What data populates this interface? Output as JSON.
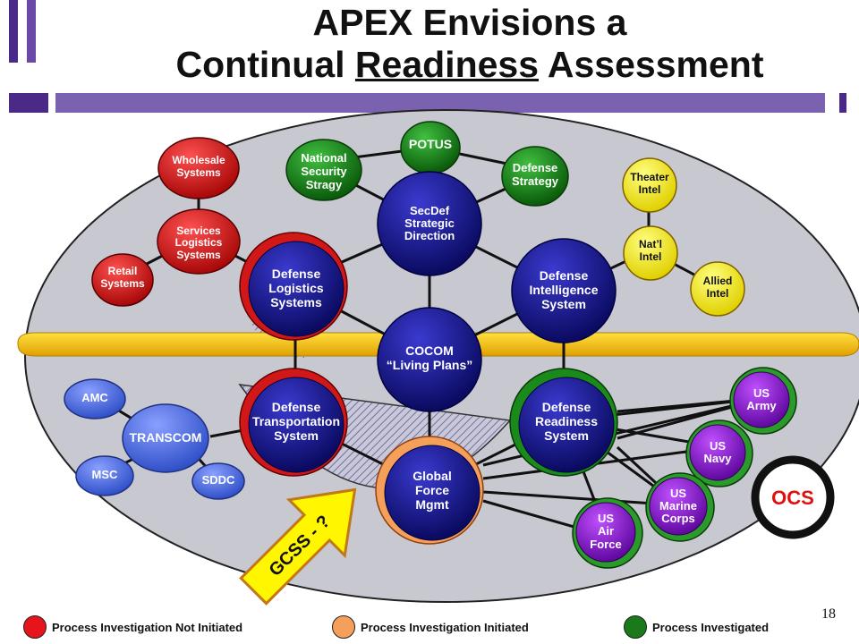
{
  "title": {
    "line1": "APEX Envisions a",
    "line2_pre": "Continual ",
    "line2_underlined": "Readiness",
    "line2_post": " Assessment"
  },
  "nodes": {
    "potus": "POTUS",
    "natsec": [
      "National",
      "Security",
      "Stragy"
    ],
    "defstrat": [
      "Defense",
      "Strategy"
    ],
    "secdef": [
      "SecDef",
      "Strategic",
      "Direction"
    ],
    "wholesale": [
      "Wholesale",
      "Systems"
    ],
    "servlog": [
      "Services",
      "Logistics",
      "Systems"
    ],
    "retail": [
      "Retail",
      "Systems"
    ],
    "deflog": [
      "Defense",
      "Logistics",
      "Systems"
    ],
    "defintel": [
      "Defense",
      "Intelligence",
      "System"
    ],
    "theater": [
      "Theater",
      "Intel"
    ],
    "natl": [
      "Nat’l",
      "Intel"
    ],
    "allied": [
      "Allied",
      "Intel"
    ],
    "cocom": [
      "COCOM",
      "“Living Plans”"
    ],
    "amc": "AMC",
    "transcom": "TRANSCOM",
    "msc": "MSC",
    "sddc": "SDDC",
    "deftrans": [
      "Defense",
      "Transportation",
      "System"
    ],
    "defready": [
      "Defense",
      "Readiness",
      "System"
    ],
    "gfm": [
      "Global",
      "Force",
      "Mgmt"
    ],
    "army": [
      "US",
      "Army"
    ],
    "navy": [
      "US",
      "Navy"
    ],
    "marine": [
      "US",
      "Marine",
      "Corps"
    ],
    "airforce": [
      "US",
      "Air",
      "Force"
    ],
    "ocs": "OCS",
    "gcss": "GCSS - ?"
  },
  "legend": [
    {
      "label": "Process Investigation  Not Initiated",
      "color": "#e8141c"
    },
    {
      "label": "Process Investigation  Initiated",
      "color": "#f5a05a"
    },
    {
      "label": "Process Investigated",
      "color": "#1a7a1a"
    }
  ],
  "page_number": "18",
  "colors": {
    "red": "#d01818",
    "navy": "#16188a",
    "green": "#1a8a1a",
    "yellow": "#fff200",
    "purple": "#8a14c8",
    "blue": "#5a78e8",
    "band": "#f2c200",
    "ellipse": "#c8c8d0"
  }
}
